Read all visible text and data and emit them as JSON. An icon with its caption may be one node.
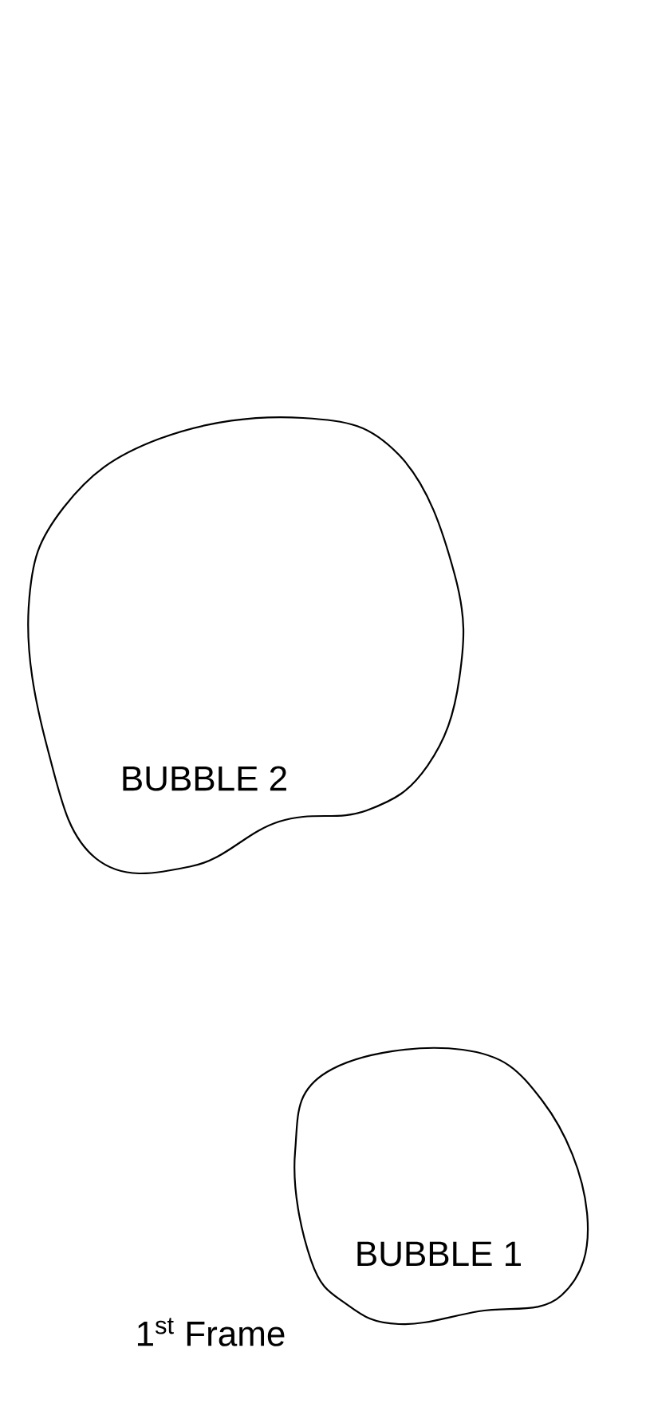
{
  "diagram": {
    "nodes": [
      {
        "text": [
          "BUBBLE 2"
        ]
      },
      {
        "text": [
          "BUBBLE 1"
        ]
      }
    ],
    "labels": [
      "1$^{st}$ Frame"
    ]
  }
}
